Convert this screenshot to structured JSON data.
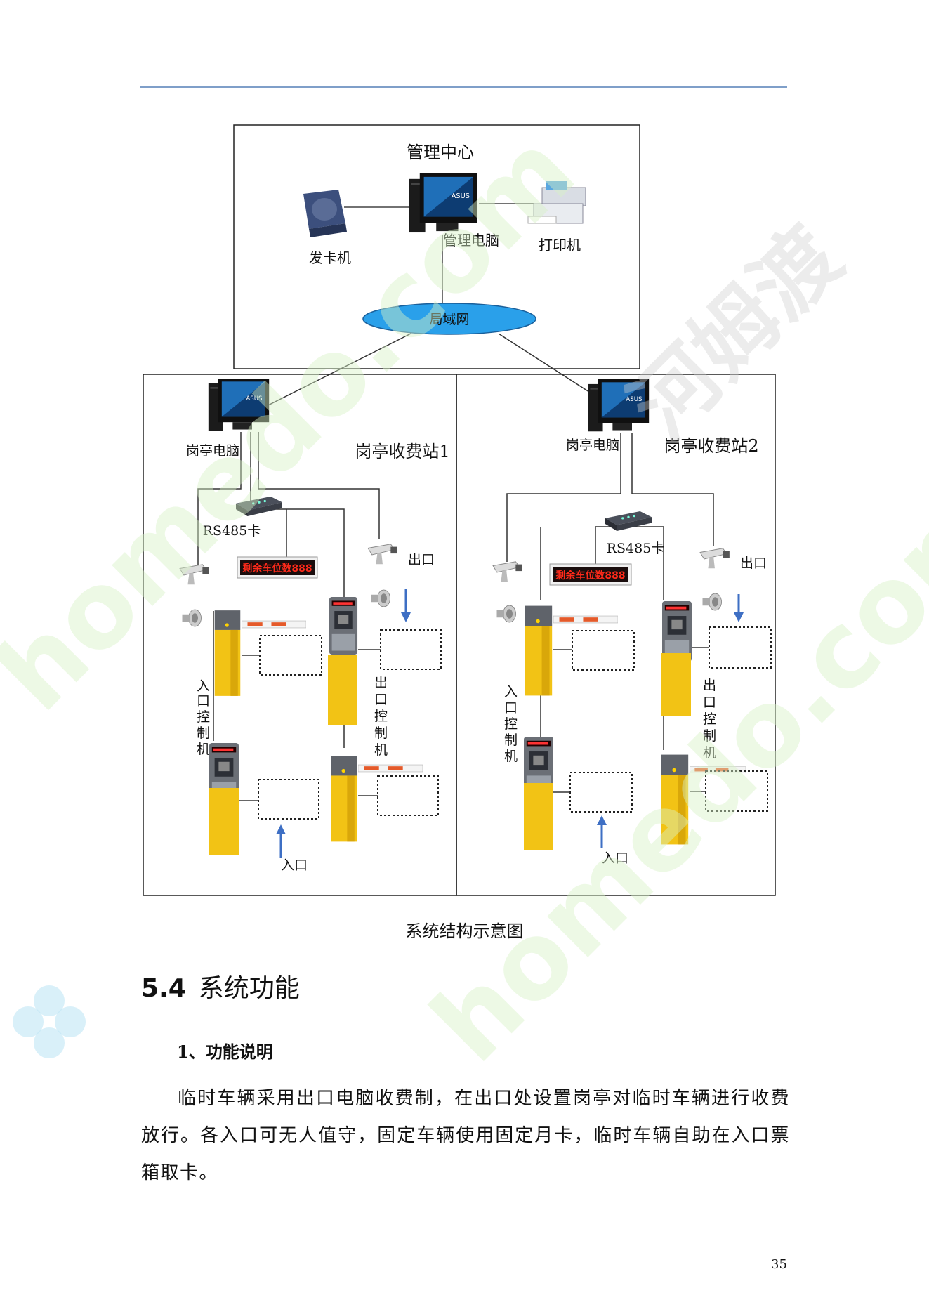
{
  "diagram": {
    "center_title": "管理中心",
    "card_issuer": "发卡机",
    "mgmt_pc": "管理电脑",
    "printer": "打印机",
    "lan": "局域网",
    "booth_pc_left": "岗亭电脑",
    "booth_pc_right": "岗亭电脑",
    "station_left": "岗亭收费站1",
    "station_right": "岗亭收费站2",
    "rs485_left": "RS485卡",
    "rs485_right": "RS485卡",
    "display_label": "剩余车位数888",
    "exit_label": "出口",
    "entry_label": "入口",
    "entry_ctrl": "入口控制机",
    "exit_ctrl": "出口控制机",
    "monitor_brand": "ASUS"
  },
  "caption": "系统结构示意图",
  "section": {
    "number": "5.4",
    "title": "系统功能"
  },
  "subsection": "1、功能说明",
  "paragraph": "临时车辆采用出口电脑收费制，在出口处设置岗亭对临时车辆进行收费放行。各入口可无人值守，固定车辆使用固定月卡，临时车辆自助在入口票箱取卡。",
  "page_number": "35",
  "watermark": {
    "site": "homedo.com",
    "brand": "河姆渡"
  },
  "colors": {
    "header_rule": "#7f9fc9",
    "lan_fill": "#2aa0ea",
    "barrier_yellow": "#f2c315",
    "arrow_blue": "#3e6fc4",
    "led_red": "#ff2a1a"
  }
}
